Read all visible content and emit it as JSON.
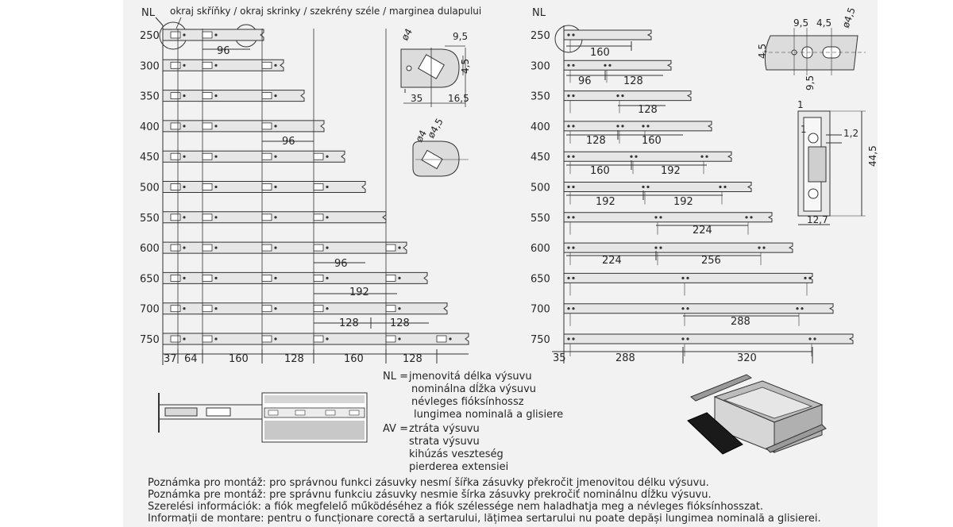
{
  "nl_marker": "NL",
  "edge_caption": "okraj skříňky / okraj skrinky / szekrény széle / marginea dulapului",
  "sizes": [
    "250",
    "300",
    "350",
    "400",
    "450",
    "500",
    "550",
    "600",
    "650",
    "700",
    "750"
  ],
  "left_bottom_dims": [
    "37",
    "64",
    "160",
    "128",
    "160",
    "128"
  ],
  "left_inner_dims": {
    "d96_250": "96",
    "d96_400": "96",
    "d96_600": "96",
    "d192_650": "192",
    "d128a_700": "128",
    "d128b_700": "128"
  },
  "hole_detail_left": {
    "dia": "ø4",
    "w1": "9,5",
    "h": "4,5",
    "b1": "35",
    "b2": "16,5"
  },
  "hole_detail_left2": {
    "dia1": "ø4",
    "dia2": "ø4,5"
  },
  "right_inner_dims": {
    "r250": [
      "160"
    ],
    "r300": [
      "96",
      "128"
    ],
    "r350": [
      "128"
    ],
    "r400": [
      "128",
      "160"
    ],
    "r450": [
      "160",
      "192"
    ],
    "r500": [
      "192",
      "192"
    ],
    "r550": [
      "224"
    ],
    "r600": [
      "224",
      "256"
    ],
    "r700": [
      "288"
    ]
  },
  "right_bottom_dims": [
    "35",
    "288",
    "320"
  ],
  "hole_detail_right": {
    "d1": "9,5",
    "d2": "4,5",
    "dia": "ø4,5",
    "h": "4,5",
    "b": "9,5"
  },
  "profile_dims": {
    "t1": "1",
    "t2": "1",
    "g": "1,2",
    "h": "44,5",
    "w": "12,7"
  },
  "legend": {
    "nl_label": "NL =",
    "nl_lines": [
      "jmenovitá délka výsuvu",
      "nominálna dĺžka výsuvu",
      "névleges fióksínhossz",
      "lungimea nominală a glisiere"
    ],
    "av_label": "AV =",
    "av_lines": [
      "ztráta výsuvu",
      "strata výsuvu",
      "kihúzás veszteség",
      "pierderea extensiei"
    ]
  },
  "notes": [
    "Poznámka pro montáž: pro správnou funkci zásuvky nesmí šířka zásuvky překročit jmenovitou délku výsuvu.",
    "Poznámka pre montáž: pre správnu funkciu zásuvky nesmie šírka zásuvky prekročiť nominálnu dĺžku výsuvu.",
    "Szerelési információk: a fiók megfelelő működéséhez a fiók szélessége nem haladhatja meg a névleges fióksínhosszat.",
    "Informații de montare: pentru o funcționare corectă a sertarului, lățimea sertarului nu poate depăși lungimea nominală a glisierei."
  ],
  "colors": {
    "panel": "#f2f2f2",
    "ink": "#262626",
    "rail": "#e6e6e6"
  }
}
